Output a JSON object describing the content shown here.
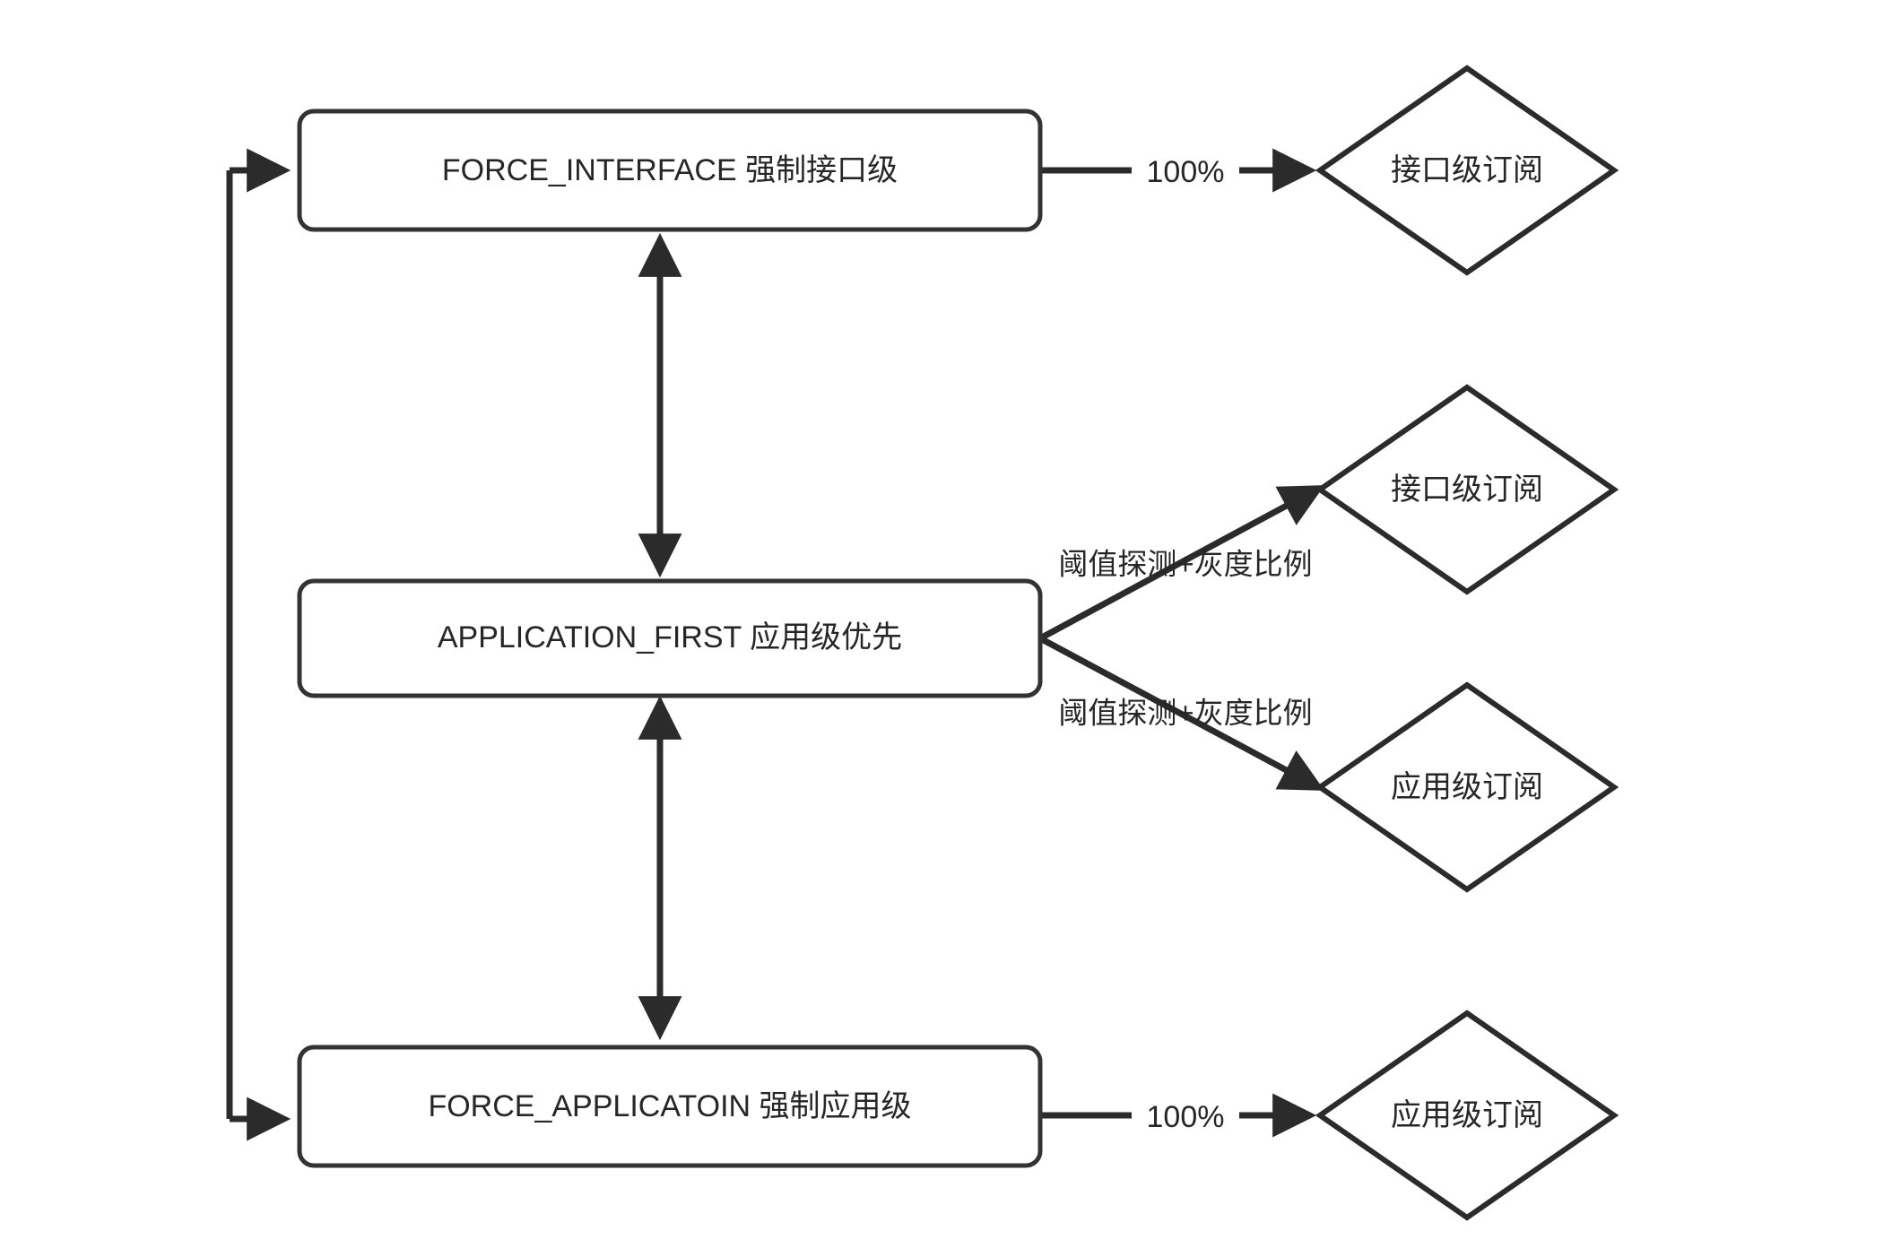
{
  "diagram": {
    "type": "flowchart",
    "background_color": "#ffffff",
    "stroke_color": "#333333",
    "text_color": "#262626",
    "nodes": [
      {
        "id": "force_interface",
        "shape": "rounded-rectangle",
        "label": "FORCE_INTERFACE 强制接口级"
      },
      {
        "id": "application_first",
        "shape": "rounded-rectangle",
        "label": "APPLICATION_FIRST 应用级优先"
      },
      {
        "id": "force_application",
        "shape": "rounded-rectangle",
        "label": "FORCE_APPLICATOIN 强制应用级"
      },
      {
        "id": "interface_sub_top",
        "shape": "diamond",
        "label": "接口级订阅"
      },
      {
        "id": "interface_sub_mid",
        "shape": "diamond",
        "label": "接口级订阅"
      },
      {
        "id": "application_sub_mid",
        "shape": "diamond",
        "label": "应用级订阅"
      },
      {
        "id": "application_sub_bottom",
        "shape": "diamond",
        "label": "应用级订阅"
      }
    ],
    "edges": [
      {
        "id": "edge_interface_100",
        "from": "force_interface",
        "to": "interface_sub_top",
        "label": "100%",
        "arrow": "single"
      },
      {
        "id": "edge_appfirst_interface",
        "from": "application_first",
        "to": "interface_sub_mid",
        "label": "阈值探测+灰度比例",
        "arrow": "single"
      },
      {
        "id": "edge_appfirst_application",
        "from": "application_first",
        "to": "application_sub_mid",
        "label": "阈值探测+灰度比例",
        "arrow": "single"
      },
      {
        "id": "edge_application_100",
        "from": "force_application",
        "to": "application_sub_bottom",
        "label": "100%",
        "arrow": "single"
      },
      {
        "id": "edge_interface_appfirst",
        "from": "force_interface",
        "to": "application_first",
        "label": "",
        "arrow": "double"
      },
      {
        "id": "edge_appfirst_forceapp",
        "from": "application_first",
        "to": "force_application",
        "label": "",
        "arrow": "double"
      },
      {
        "id": "edge_loop_to_interface",
        "from": "loop-bus",
        "to": "force_interface",
        "label": "",
        "arrow": "single"
      },
      {
        "id": "edge_loop_to_application",
        "from": "loop-bus",
        "to": "force_application",
        "label": "",
        "arrow": "single"
      }
    ]
  }
}
